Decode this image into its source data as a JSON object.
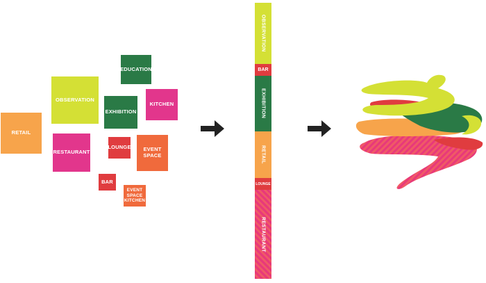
{
  "colors": {
    "lime": "#d4e035",
    "green": "#2a7a46",
    "magenta": "#e2368c",
    "orange": "#f7a44b",
    "red": "#e03c3f",
    "orange_red": "#f06a3c",
    "dark": "#222222"
  },
  "program_boxes": {
    "retail": "RETAIL",
    "observation": "OBSERVATION",
    "education": "EDUCATION",
    "exhibition": "EXHIBITION",
    "kitchen": "KITCHEN",
    "restaurant": "RESTAURANT",
    "lounge": "LOUNGE",
    "event_space": "EVENT SPACE",
    "bar": "BAR",
    "event_space_kitchen": "EVENT SPACE KITCHEN"
  },
  "stack": {
    "observation": "OBSERVATION",
    "bar": "BAR",
    "exhibition": "EXHIBITION",
    "retail": "RETAIL",
    "lounge": "LOUNGE",
    "restaurant": "RESTAURANT"
  },
  "icons": [
    "arrow-right-icon",
    "arrow-right-icon"
  ]
}
